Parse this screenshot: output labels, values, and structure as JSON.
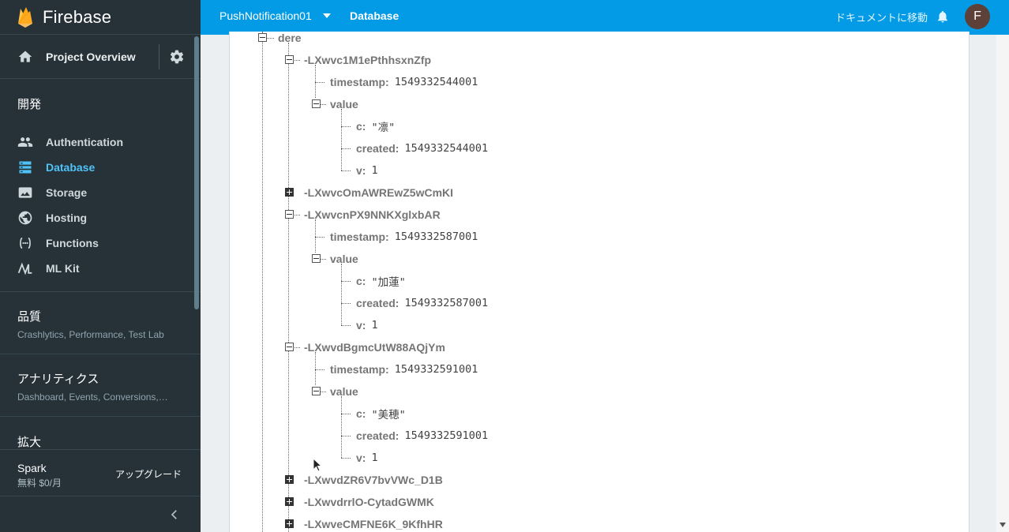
{
  "sidebar": {
    "brand": "Firebase",
    "overview_label": "Project Overview",
    "develop_title": "開発",
    "nav": [
      {
        "label": "Authentication",
        "icon": "people-icon"
      },
      {
        "label": "Database",
        "icon": "database-icon",
        "active": true
      },
      {
        "label": "Storage",
        "icon": "image-icon"
      },
      {
        "label": "Hosting",
        "icon": "globe-icon"
      },
      {
        "label": "Functions",
        "icon": "functions-icon"
      },
      {
        "label": "ML Kit",
        "icon": "ml-kit-icon"
      }
    ],
    "quality": {
      "title": "品質",
      "subtitle": "Crashlytics, Performance, Test Lab"
    },
    "analytics": {
      "title": "アナリティクス",
      "subtitle": "Dashboard, Events, Conversions, A..."
    },
    "expand_title": "拡大",
    "plan": {
      "name": "Spark",
      "price": "無料 $0/月",
      "upgrade": "アップグレード"
    }
  },
  "topbar": {
    "project": "PushNotification01",
    "page": "Database",
    "docs": "ドキュメントに移動",
    "avatar_letter": "F"
  },
  "tree": {
    "root": "dere",
    "children": [
      {
        "key": "-LXwvc1M1ePthhsxnZfp",
        "expanded": true,
        "timestamp_key": "timestamp:",
        "timestamp": "1549332544001",
        "value_key": "value",
        "c_key": "c:",
        "c": "\"凛\"",
        "created_key": "created:",
        "created": "1549332544001",
        "v_key": "v:",
        "v": "1"
      },
      {
        "key": "-LXwvcOmAWREwZ5wCmKI",
        "expanded": false
      },
      {
        "key": "-LXwvcnPX9NNKXglxbAR",
        "expanded": true,
        "timestamp_key": "timestamp:",
        "timestamp": "1549332587001",
        "value_key": "value",
        "c_key": "c:",
        "c": "\"加蓮\"",
        "created_key": "created:",
        "created": "1549332587001",
        "v_key": "v:",
        "v": "1"
      },
      {
        "key": "-LXwvdBgmcUtW88AQjYm",
        "expanded": true,
        "timestamp_key": "timestamp:",
        "timestamp": "1549332591001",
        "value_key": "value",
        "c_key": "c:",
        "c": "\"美穂\"",
        "created_key": "created:",
        "created": "1549332591001",
        "v_key": "v:",
        "v": "1"
      },
      {
        "key": "-LXwvdZR6V7bvVWc_D1B",
        "expanded": false
      },
      {
        "key": "-LXwvdrrlO-CytadGWMK",
        "expanded": false
      },
      {
        "key": "-LXwveCMFNE6K_9KfhHR",
        "expanded": false
      }
    ]
  },
  "colors": {
    "sidebar_bg": "#263238",
    "topbar_bg": "#039be5",
    "active_nav": "#4fc3f7",
    "firebase_yellow": "#ffca28",
    "firebase_orange": "#ffa000"
  }
}
